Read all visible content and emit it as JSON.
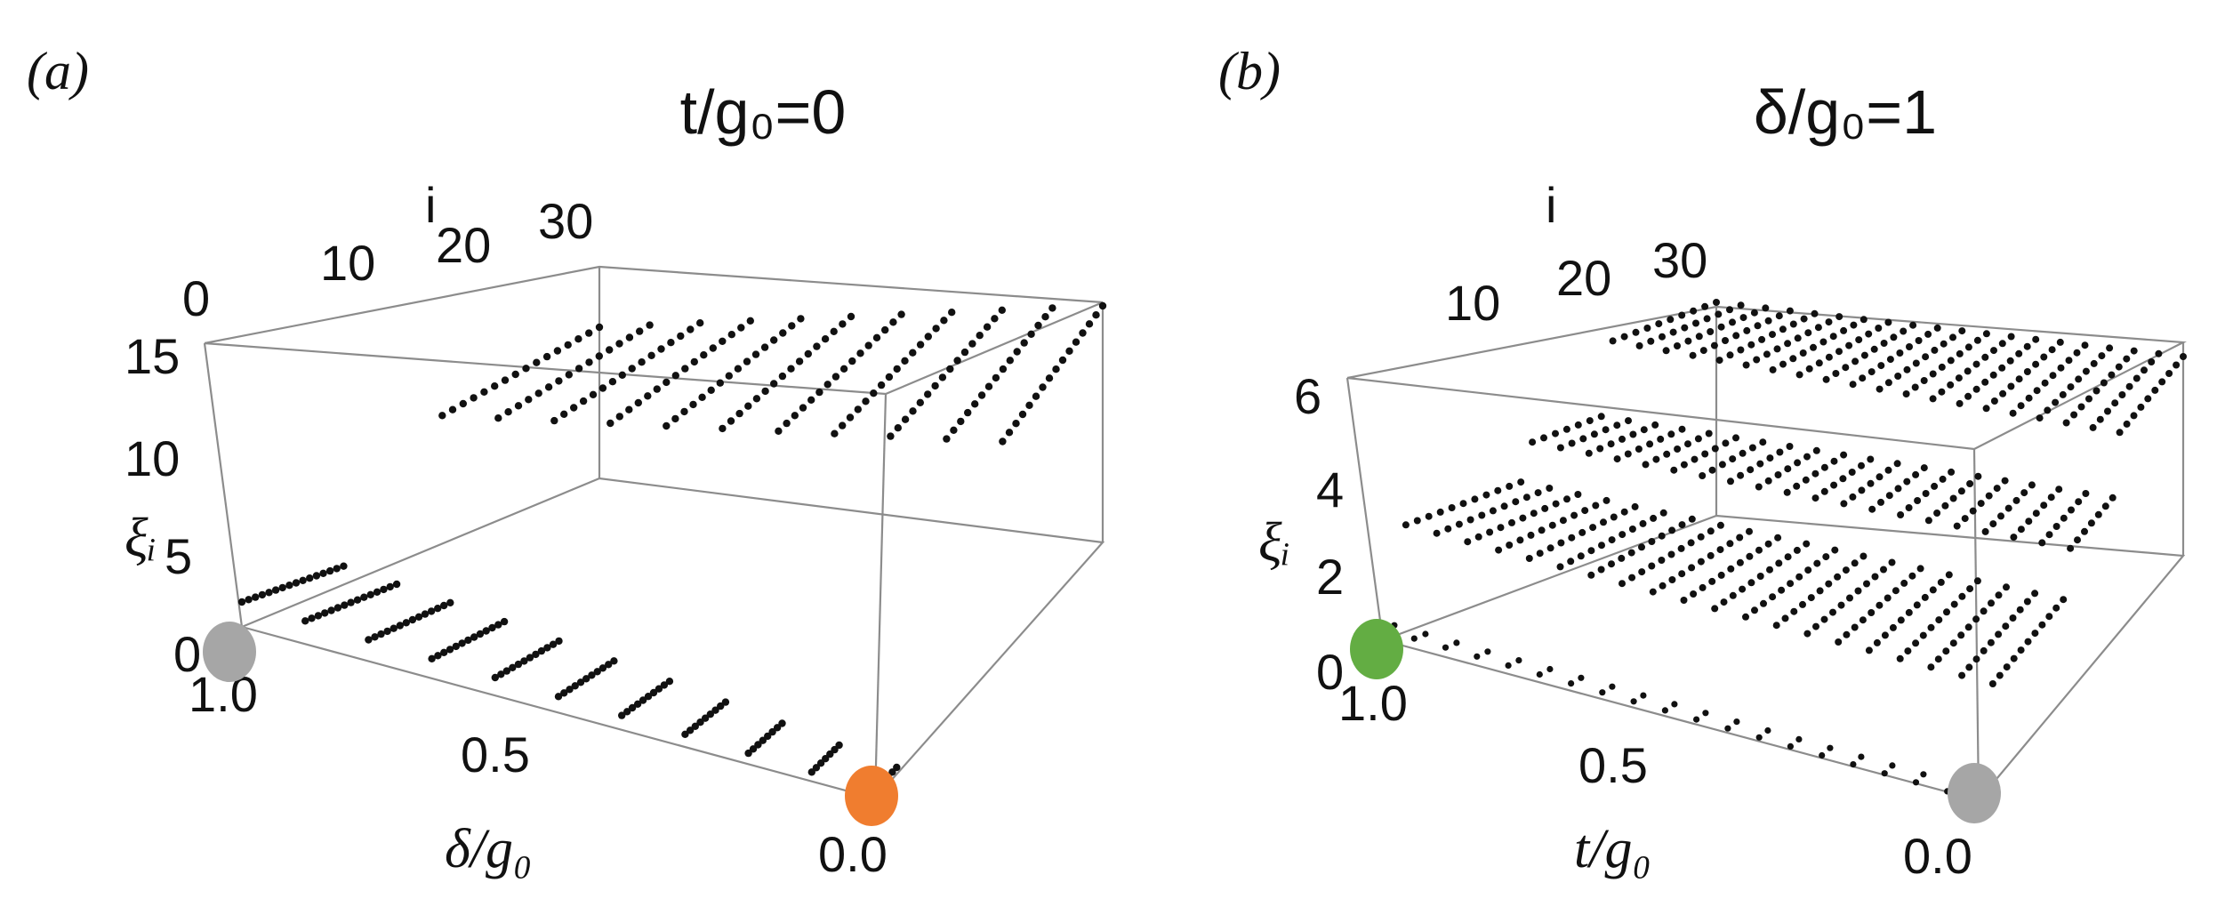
{
  "colors": {
    "dot": "#111111",
    "gray_marker": "#a6a6a6",
    "orange_marker": "#f07d2f",
    "green_marker": "#63ad43",
    "frame": "#8c8c8c"
  },
  "chart_data": [
    {
      "type": "scatter",
      "panel_label": "(a)",
      "title": "t/g₀=0",
      "xlabel": "δ/g₀",
      "ylabel": "i",
      "zlabel": "ξᵢ",
      "xlim": [
        0.0,
        1.0
      ],
      "ylim": [
        0,
        30
      ],
      "zlim": [
        0,
        15
      ],
      "x_ticks": [
        "1.0",
        "0.5",
        "0.0"
      ],
      "y_ticks": [
        "0",
        "10",
        "20",
        "30"
      ],
      "z_ticks": [
        "15",
        "10",
        "5",
        "0"
      ],
      "states": 30,
      "delta_steps": 11,
      "lower_band_max": 1.4,
      "upper_band_start": 6.0,
      "upper_band_end": 14.0,
      "markers": [
        {
          "name": "gray",
          "x": 1.0,
          "i": 0,
          "xi": 0,
          "color": "#a6a6a6"
        },
        {
          "name": "orange",
          "x": 0.0,
          "i": 0,
          "xi": 0,
          "color": "#f07d2f"
        }
      ]
    },
    {
      "type": "scatter",
      "panel_label": "(b)",
      "title": "δ/g₀=1",
      "xlabel": "t/g₀",
      "ylabel": "i",
      "zlabel": "ξᵢ",
      "xlim": [
        0.0,
        1.0
      ],
      "ylim": [
        0,
        30
      ],
      "zlim": [
        0,
        6
      ],
      "x_ticks": [
        "1.0",
        "0.5",
        "0.0"
      ],
      "y_ticks": [
        "10",
        "20",
        "30"
      ],
      "z_ticks": [
        "6",
        "4",
        "2",
        "0"
      ],
      "states": 30,
      "t_steps": 20,
      "bands": [
        {
          "level_start": 0.3,
          "level_end": 0.0,
          "states": [
            0,
            1
          ]
        },
        {
          "level_start": 3.0,
          "level_end": 2.8,
          "states": [
            2,
            12
          ]
        },
        {
          "level_start": 4.0,
          "level_end": 4.0,
          "states": [
            13,
            19
          ]
        },
        {
          "level_start": 6.0,
          "level_end": 5.6,
          "states": [
            20,
            29
          ]
        }
      ],
      "markers": [
        {
          "name": "green",
          "x": 1.0,
          "i": 0,
          "xi": 0,
          "color": "#63ad43"
        },
        {
          "name": "gray",
          "x": 0.0,
          "i": 0,
          "xi": 0,
          "color": "#a6a6a6"
        }
      ]
    }
  ]
}
